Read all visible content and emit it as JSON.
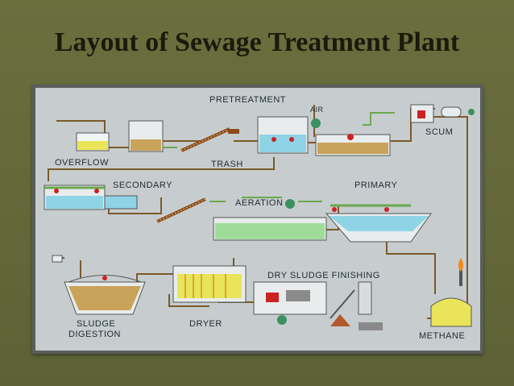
{
  "title": "Layout of Sewage Treatment Plant",
  "labels": {
    "pretreatment": "PRETREATMENT",
    "air": "AIR",
    "scum": "SCUM",
    "overflow": "OVERFLOW",
    "trash": "TRASH",
    "secondary": "SECONDARY",
    "aeration": "AERATION",
    "primary": "PRIMARY",
    "sludge_1": "SLUDGE",
    "sludge_2": "DIGESTION",
    "dryer": "DRYER",
    "dry_sludge_finishing": "DRY SLUDGE FINISHING",
    "methane": "METHANE"
  },
  "colors": {
    "background": "#6b6f3e",
    "title": "#1a1a0c",
    "diagram_bg": "#c7cdcf",
    "frame": "#5a5e5c",
    "water": "#8fd4e6",
    "sludge": "#c9a35a",
    "pipe": "#7a5a2a",
    "green_pipe": "#6aa84f",
    "label": "#1e2a33"
  }
}
